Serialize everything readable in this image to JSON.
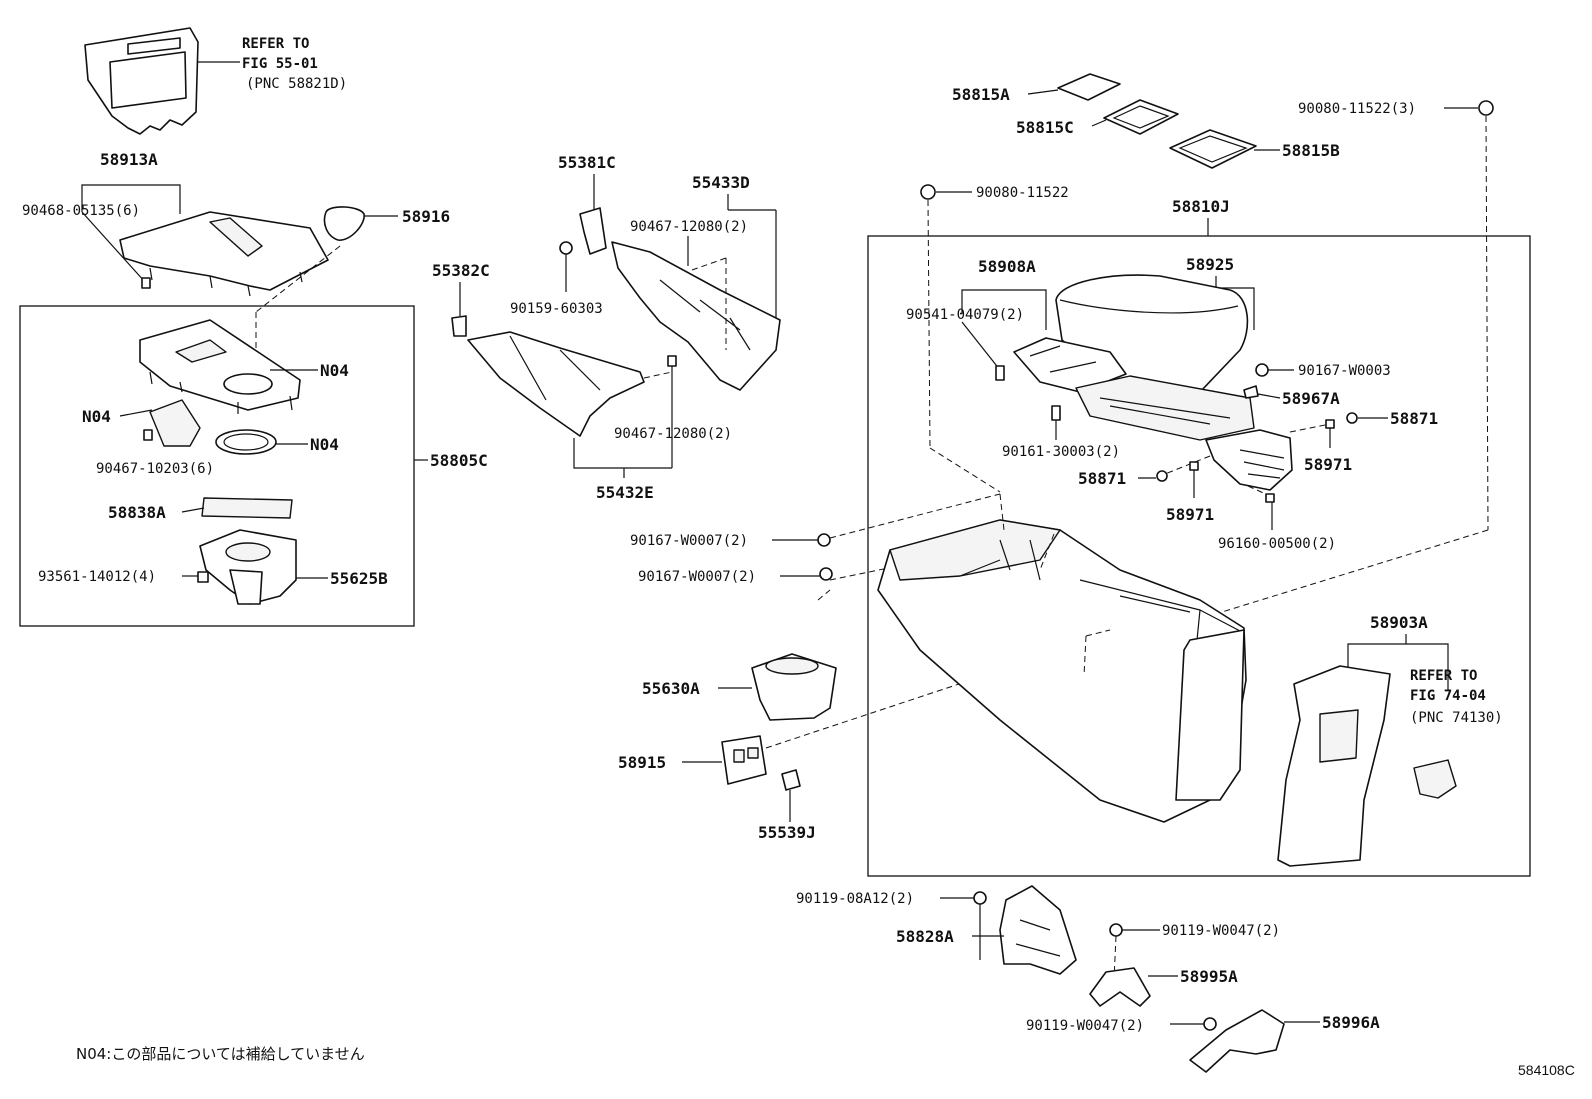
{
  "labels": {
    "refer_55": [
      "REFER TO",
      "FIG 55-01",
      "(PNC 58821D)"
    ],
    "p58913A": "58913A",
    "p90468": "90468-05135(6)",
    "p58916": "58916",
    "n04_a": "N04",
    "n04_b": "N04",
    "n04_c": "N04",
    "p90467_10203": "90467-10203(6)",
    "p58805C": "58805C",
    "p58838A": "58838A",
    "p93561": "93561-14012(4)",
    "p55625B": "55625B",
    "p55381C": "55381C",
    "p55433D": "55433D",
    "p90467_12080_top": "90467-12080(2)",
    "p55382C": "55382C",
    "p90159": "90159-60303",
    "p90467_12080_bot": "90467-12080(2)",
    "p55432E": "55432E",
    "p90167_W0007_a": "90167-W0007(2)",
    "p90167_W0007_b": "90167-W0007(2)",
    "p55630A": "55630A",
    "p58915": "58915",
    "p55539J": "55539J",
    "p58815A": "58815A",
    "p58815C": "58815C",
    "p58815B": "58815B",
    "p90080_11522_3": "90080-11522(3)",
    "p90080_11522": "90080-11522",
    "p58810J": "58810J",
    "p58908A": "58908A",
    "p58925": "58925",
    "p90541": "90541-04079(2)",
    "p90167_W0003": "90167-W0003",
    "p58967A": "58967A",
    "p58871_a": "58871",
    "p58871_b": "58871",
    "p58971_a": "58971",
    "p58971_b": "58971",
    "p90161": "90161-30003(2)",
    "p96160": "96160-00500(2)",
    "p58903A": "58903A",
    "refer_74": [
      "REFER TO",
      "FIG 74-04",
      "(PNC 74130)"
    ],
    "p90119_08A12": "90119-08A12(2)",
    "p58828A": "58828A",
    "p90119_W0047_a": "90119-W0047(2)",
    "p58995A": "58995A",
    "p90119_W0047_b": "90119-W0047(2)",
    "p58996A": "58996A"
  },
  "footnote": "N04:この部品については補給していません",
  "diagram_code": "584108C"
}
